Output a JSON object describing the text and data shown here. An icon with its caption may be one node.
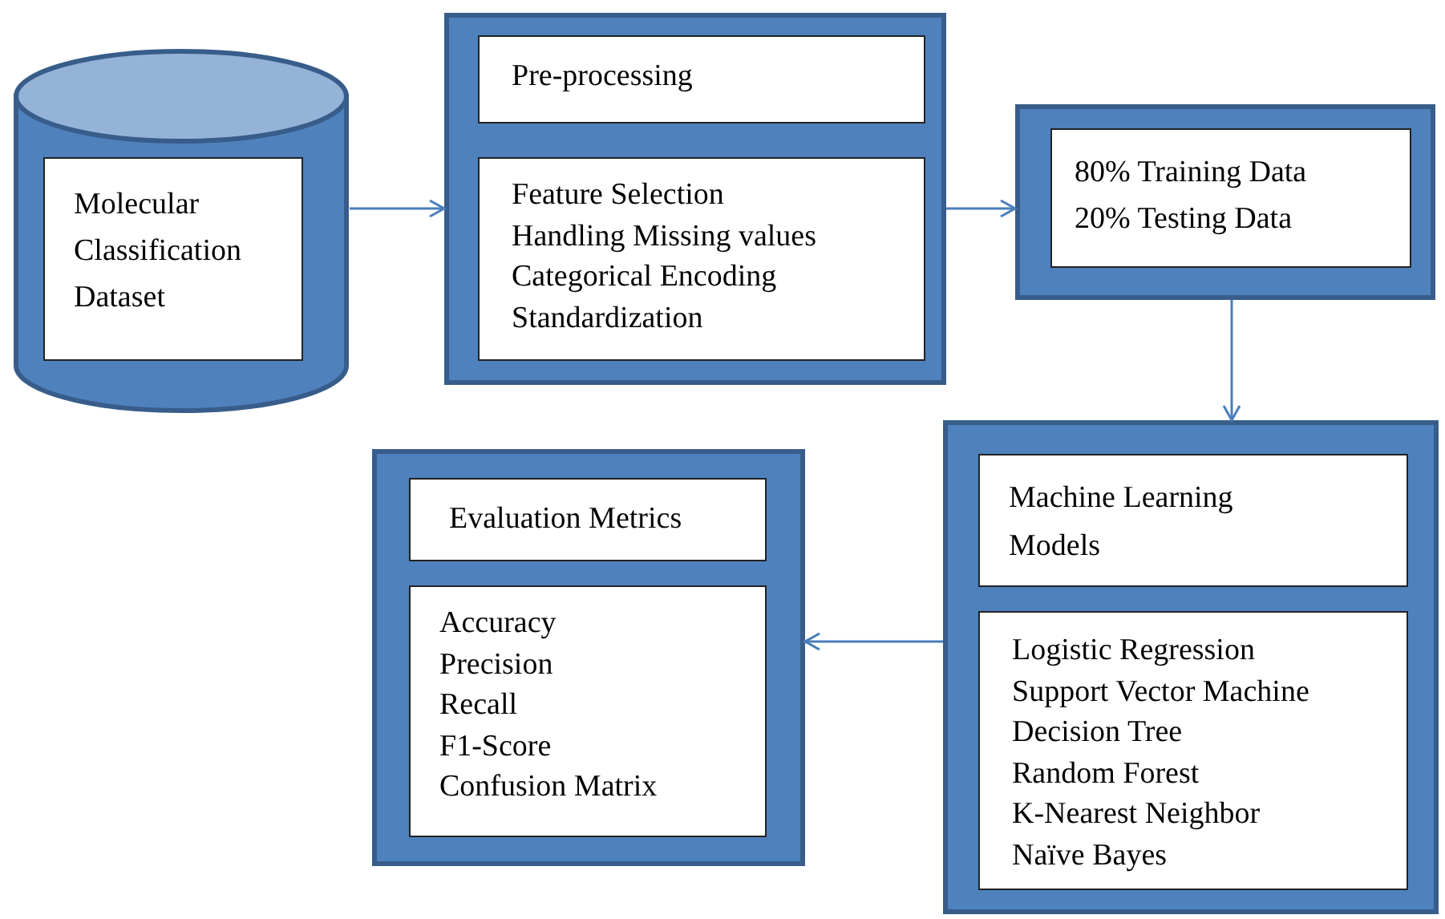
{
  "diagram": {
    "nodes": [
      {
        "text": [],
        "shape": "cylinder"
      },
      {
        "text": [
          "Molecular Classification Dataset"
        ],
        "in": 0
      },
      {
        "text": [],
        "shape": "box"
      },
      {
        "text": [
          "Pre-processing"
        ],
        "in": 2
      },
      {
        "text": [
          "Feature Selection",
          "Handling Missing values",
          "Categorical Encoding",
          "Standardization"
        ],
        "in": 2
      },
      {
        "text": [],
        "shape": "box"
      },
      {
        "text": [
          "80% Training Data",
          "20% Testing Data"
        ],
        "in": 5
      },
      {
        "text": [],
        "shape": "box"
      },
      {
        "text": [
          "Machine Learning Models"
        ],
        "in": 7
      },
      {
        "text": [
          "Logistic Regression",
          "Support Vector Machine",
          "Decision Tree",
          "Random Forest",
          "K-Nearest Neighbor",
          "Naïve Bayes"
        ],
        "in": 7
      },
      {
        "text": [],
        "shape": "box"
      },
      {
        "text": [
          "Evaluation Metrics"
        ],
        "in": 10
      },
      {
        "text": [
          "Accuracy",
          "Precision",
          "Recall",
          "F1-Score",
          "Confusion Matrix"
        ],
        "in": 10
      }
    ],
    "edges": [
      {
        "from": 0,
        "to": 2,
        "arrow": "to"
      },
      {
        "from": 2,
        "to": 5,
        "arrow": "to"
      },
      {
        "from": 5,
        "to": 7,
        "arrow": "to"
      },
      {
        "from": 7,
        "to": 10,
        "arrow": "to"
      }
    ]
  }
}
